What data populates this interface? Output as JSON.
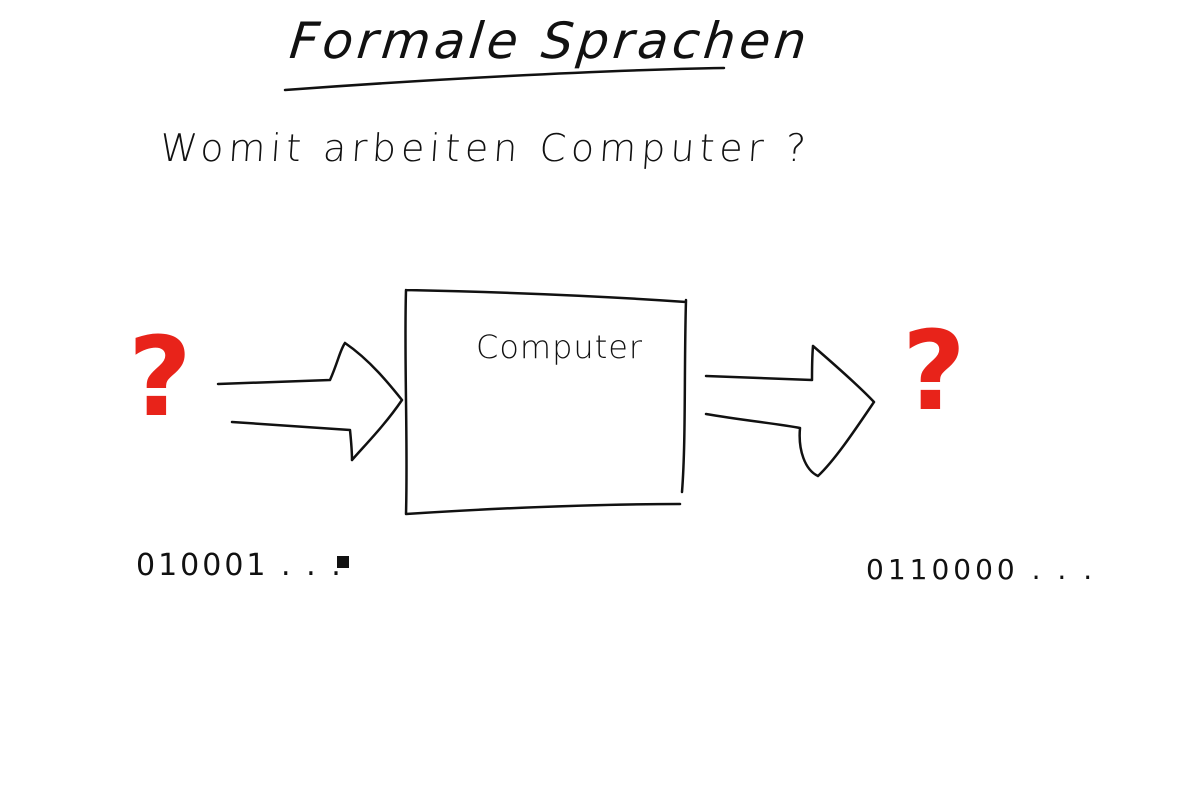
{
  "title": "Formale Sprachen",
  "question": "Womit arbeiten Computer ?",
  "box_label": "Computer",
  "input_symbol": "?",
  "output_symbol": "?",
  "input_bits": "010001 . . .",
  "output_bits": "0110000 . . .",
  "colors": {
    "ink": "#111111",
    "question_mark": "#e8231a",
    "background": "#ffffff"
  }
}
